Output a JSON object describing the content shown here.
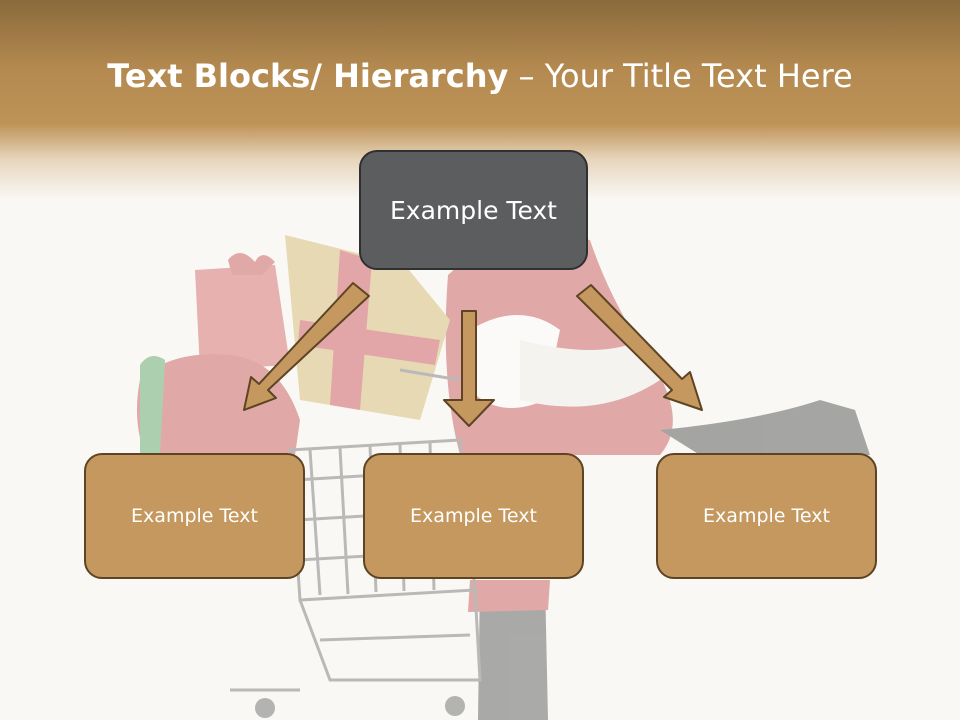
{
  "slide": {
    "title_bold": "Text Blocks/ Hierarchy",
    "title_sep": " – ",
    "title_rest": "Your Title Text Here"
  },
  "hierarchy": {
    "top": {
      "label": "Example Text"
    },
    "children": [
      {
        "label": "Example Text"
      },
      {
        "label": "Example Text"
      },
      {
        "label": "Example Text"
      }
    ]
  },
  "colors": {
    "header": "#bf9358",
    "top_box_fill": "#5c5d5f",
    "child_box_fill": "#c4985e",
    "child_box_border": "#5e4424",
    "arrow_fill": "#c4985e"
  }
}
